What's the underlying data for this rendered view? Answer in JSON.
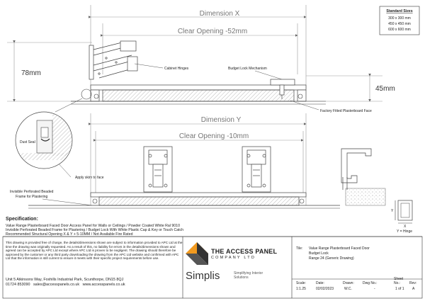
{
  "drawing": {
    "dimension_x": "Dimension X",
    "clear_opening_x": "Clear Opening -52mm",
    "dimension_y": "Dimension Y",
    "clear_opening_y": "Clear Opening -10mm",
    "dim_78": "78mm",
    "dim_45": "45mm",
    "standard_sizes_title": "Standard Sizes",
    "standard_sizes": [
      "300 x 300 mm",
      "450 x 450 mm",
      "600 x 600 mm"
    ],
    "labels": {
      "cabinet_hinges": "Cabinet Hinges",
      "budget_lock": "Budget Lock Mechanism",
      "factory_face": "Factory Fitted Plasterboard Face",
      "dust_seal": "Dust Seal",
      "apply_skim": "Apply skim to face",
      "beaded_frame_1": "Invisible Perforated Beaded",
      "beaded_frame_2": "Frame for Plastering"
    },
    "legend": {
      "y": "Y",
      "x": "X",
      "hinge": "Y = Hinge"
    }
  },
  "spec": {
    "title": "Specification:",
    "lines": [
      "Value Range Plasterboard Faced Door Access Panel for Walls or Ceilings / Powder Coated White Ral 9010",
      "Invisible Perforated Beaded Frame for Plastering / Budget Lock With White Plastic Cap & Key or Touch Catch",
      "Recommended Structural Opening X & Y + 5-10MM / Not Available Fire Rated"
    ]
  },
  "disclaimer": "This drawing is provided free of charge, the details/dimensions shown are subject to information provided to APC Ltd at the time the drawing was originally requested. As a result of this, no liability for errors in the details/dimensions shown and agreed can be accepted by APC Ltd except where APC Ltd is proven to be negligent. The drawing should therefore be approved by the customer or any third party downloading the drawing from the APC Ltd website and confirmed with APC Ltd that the information is still current to ensure it meets with their specific project requirements before use.",
  "address": {
    "line1": "Unit 5 Atkinsons Way, Foxhills Industrial Park, Scunthorpe, DN15 8QJ",
    "phone": "01724 853090",
    "email": "sales@accesspanels.co.uk",
    "web": "www.accesspanels.co.uk"
  },
  "brand": {
    "name": "THE ACCESS PANEL",
    "sub": "COMPANY LTD",
    "simplis": "Simplis",
    "tagline_1": "Simplifying Interior",
    "tagline_2": "Solutions"
  },
  "title_block": {
    "title_label": "Tile:",
    "title_lines": [
      "Value Range Plasterboard Faced Door",
      "Budget Lock",
      "Range 24 (Generic Drawing)"
    ],
    "headers": [
      "Scale:",
      "Date:",
      "Drawn:",
      "Dwg No.:",
      "Sheet",
      "Rev:"
    ],
    "values": [
      "1:1.25",
      "02/02/2023",
      "W.C.",
      "-",
      "1 of 1",
      "A"
    ],
    "sheet_sub": "No.:"
  },
  "colors": {
    "brand_orange": "#f29a1f",
    "line": "#444444",
    "dim": "#888888",
    "hatch": "#999999"
  }
}
